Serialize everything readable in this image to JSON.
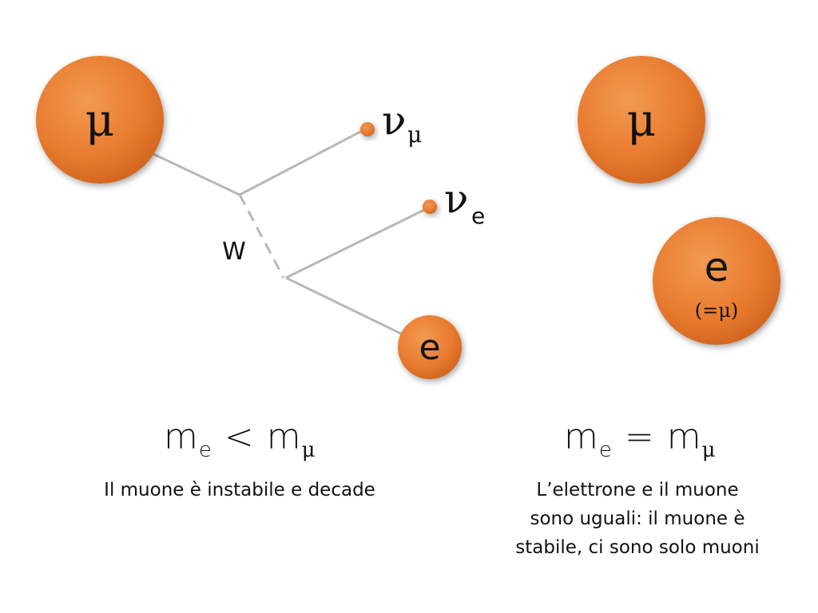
{
  "colors": {
    "particle_fill": "#e87a2e",
    "line": "#b8b8b8"
  },
  "left_panel": {
    "muon_label": "μ",
    "nu_mu_symbol": "ν",
    "nu_mu_sub": "μ",
    "nu_e_symbol": "ν",
    "nu_e_sub": "e",
    "w_label": "W",
    "electron_label": "e",
    "formula": {
      "lhs": "m",
      "lhs_sub": "e",
      "op": "<",
      "rhs": "m",
      "rhs_sub": "μ"
    },
    "caption": "Il muone è instabile e decade"
  },
  "right_panel": {
    "muon_label": "μ",
    "electron_label": "e",
    "electron_note": "(=μ)",
    "formula": {
      "lhs": "m",
      "lhs_sub": "e",
      "op": "=",
      "rhs": "m",
      "rhs_sub": "μ"
    },
    "caption_lines": [
      "L’elettrone e il muone",
      "sono uguali: il muone è",
      "stabile, ci sono solo muoni"
    ]
  }
}
